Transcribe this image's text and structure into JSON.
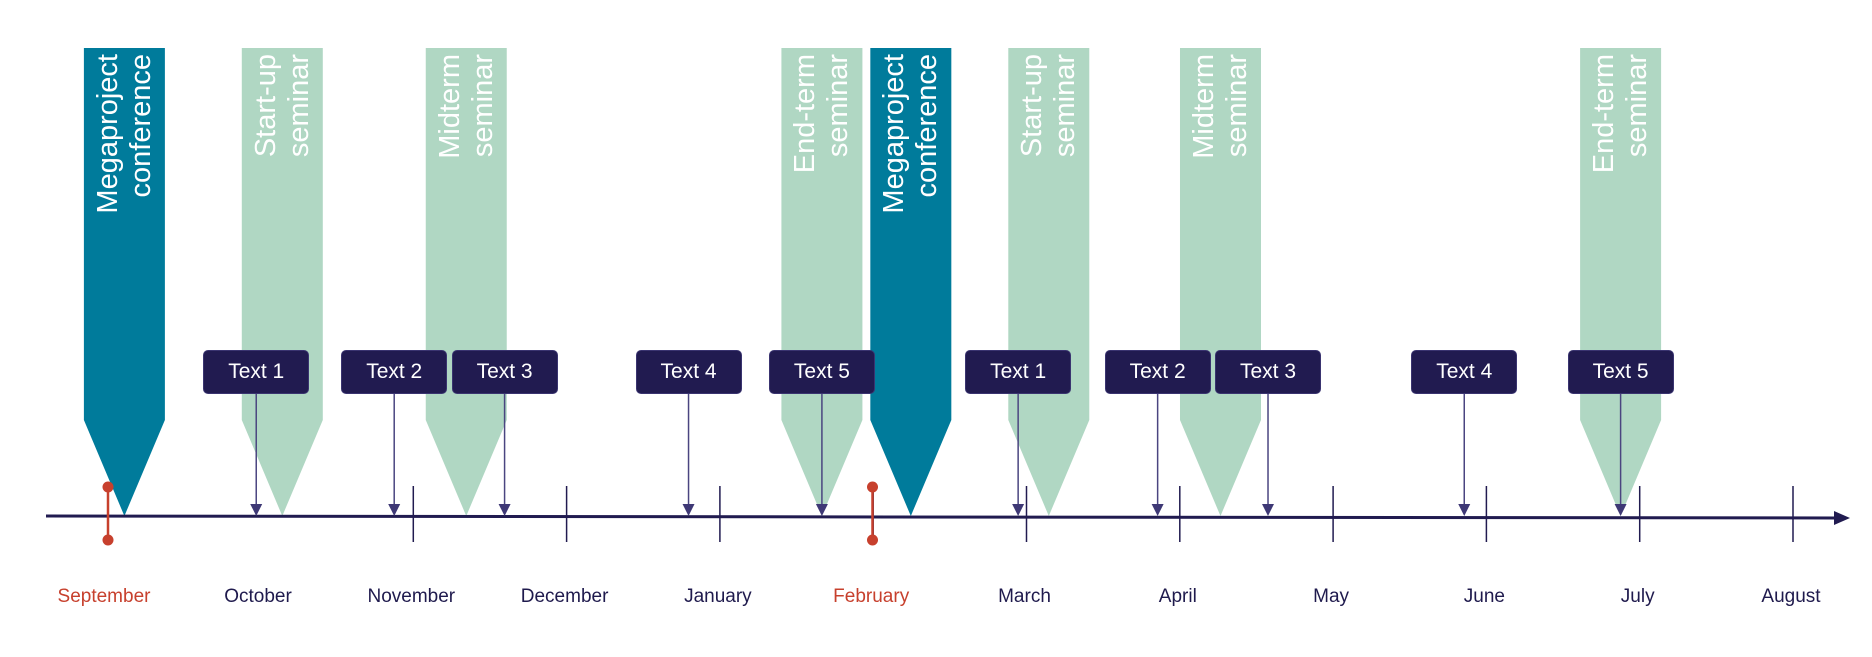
{
  "colors": {
    "axis": "#211b50",
    "conference": "#007b9b",
    "seminar": "#b0d7c3",
    "box": "#211b50",
    "highlight": "#c7402d",
    "month_text": "#1f1a4d"
  },
  "months": [
    {
      "label": "September",
      "highlight": true
    },
    {
      "label": "October",
      "highlight": false
    },
    {
      "label": "November",
      "highlight": false
    },
    {
      "label": "December",
      "highlight": false
    },
    {
      "label": "January",
      "highlight": false
    },
    {
      "label": "February",
      "highlight": true
    },
    {
      "label": "March",
      "highlight": false
    },
    {
      "label": "April",
      "highlight": false
    },
    {
      "label": "May",
      "highlight": false
    },
    {
      "label": "June",
      "highlight": false
    },
    {
      "label": "July",
      "highlight": false
    },
    {
      "label": "August",
      "highlight": false
    }
  ],
  "events": [
    {
      "line1": "Megaproject",
      "line2": "conference",
      "kind": "conference",
      "month_index": 0.12
    },
    {
      "line1": "Start-up",
      "line2": "seminar",
      "kind": "seminar",
      "month_index": 1.15
    },
    {
      "line1": "Midterm",
      "line2": "seminar",
      "kind": "seminar",
      "month_index": 2.35
    },
    {
      "line1": "End-term",
      "line2": "seminar",
      "kind": "seminar",
      "month_index": 4.67
    },
    {
      "line1": "Megaproject",
      "line2": "conference",
      "kind": "conference",
      "month_index": 5.25
    },
    {
      "line1": "Start-up",
      "line2": "seminar",
      "kind": "seminar",
      "month_index": 6.15
    },
    {
      "line1": "Midterm",
      "line2": "seminar",
      "kind": "seminar",
      "month_index": 7.27
    },
    {
      "line1": "End-term",
      "line2": "seminar",
      "kind": "seminar",
      "month_index": 9.88
    }
  ],
  "text_boxes": [
    {
      "label": "Text 1",
      "month_index": 0.98
    },
    {
      "label": "Text 2",
      "month_index": 1.88
    },
    {
      "label": "Text 3",
      "month_index": 2.6
    },
    {
      "label": "Text 4",
      "month_index": 3.8
    },
    {
      "label": "Text 5",
      "month_index": 4.67
    },
    {
      "label": "Text 1",
      "month_index": 5.95
    },
    {
      "label": "Text 2",
      "month_index": 6.86
    },
    {
      "label": "Text 3",
      "month_index": 7.58
    },
    {
      "label": "Text 4",
      "month_index": 8.86
    },
    {
      "label": "Text 5",
      "month_index": 9.88
    }
  ]
}
